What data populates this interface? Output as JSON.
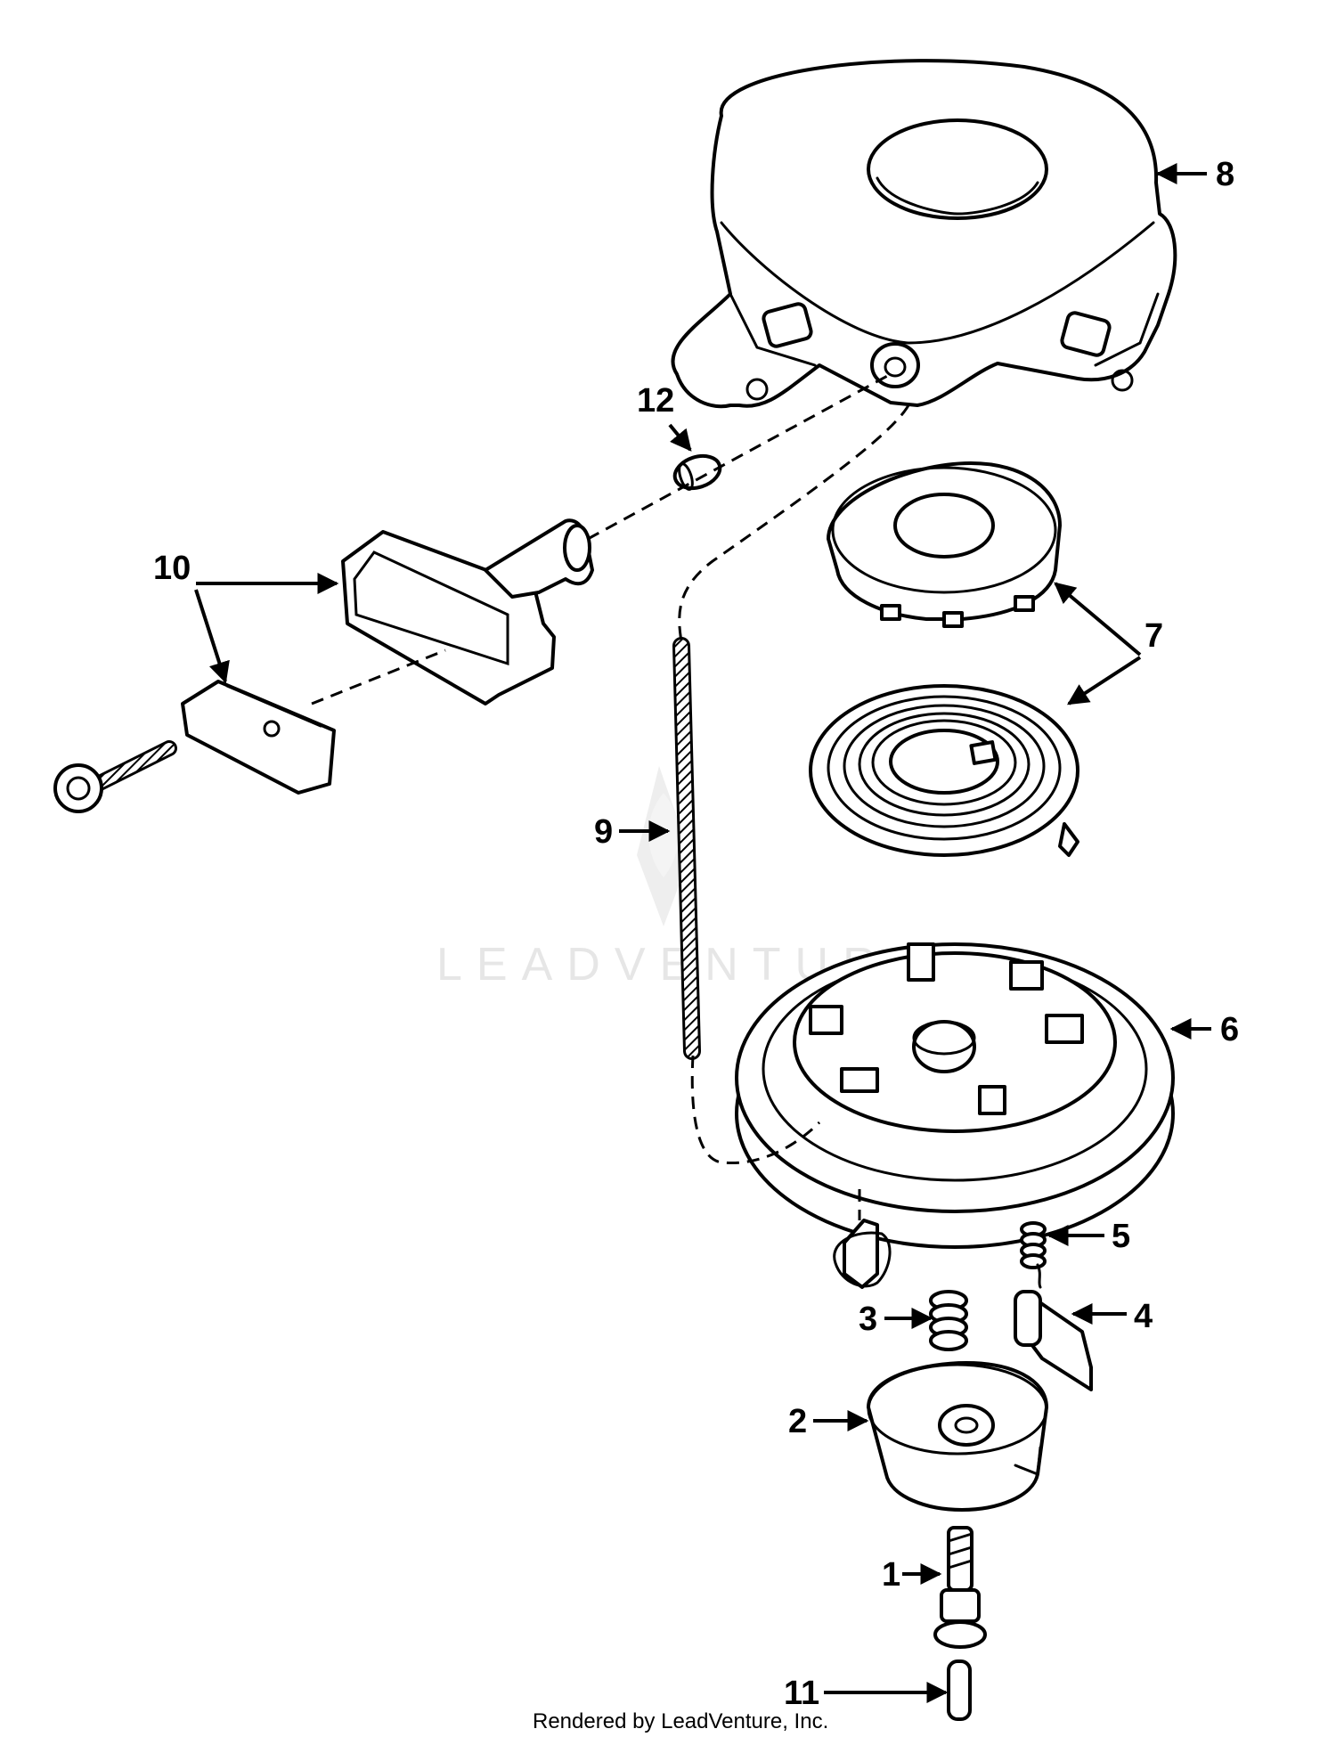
{
  "diagram": {
    "callouts": [
      {
        "id": "1",
        "label": "1"
      },
      {
        "id": "2",
        "label": "2"
      },
      {
        "id": "3",
        "label": "3"
      },
      {
        "id": "4",
        "label": "4"
      },
      {
        "id": "5",
        "label": "5"
      },
      {
        "id": "6",
        "label": "6"
      },
      {
        "id": "7",
        "label": "7"
      },
      {
        "id": "8",
        "label": "8"
      },
      {
        "id": "9",
        "label": "9"
      },
      {
        "id": "10",
        "label": "10"
      },
      {
        "id": "11",
        "label": "11"
      },
      {
        "id": "12",
        "label": "12"
      }
    ],
    "watermark": "LEADVENTURE",
    "footer": "Rendered by LeadVenture, Inc."
  }
}
